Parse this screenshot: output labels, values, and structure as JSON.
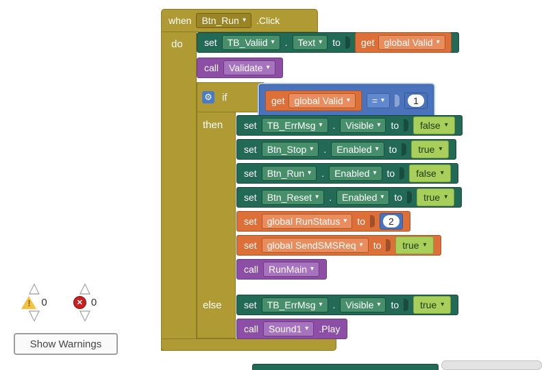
{
  "icons": {
    "caret": "▾",
    "gear": "⚙",
    "exclaim": "!",
    "cross": "✕",
    "up_arrow": "△",
    "down_arrow": "▽"
  },
  "keywords": {
    "when": "when",
    "do": "do",
    "set": "set",
    "to": "to",
    "dot": ".",
    "call": "call",
    "get": "get",
    "if": "if",
    "then": "then",
    "else": "else"
  },
  "event": {
    "component": "Btn_Run",
    "suffix": ".Click"
  },
  "rows": {
    "set_text": {
      "component": "TB_Valiid",
      "property": "Text",
      "var": "global Valid"
    },
    "call_validate": {
      "name": "Validate"
    },
    "if_cond": {
      "var": "global Valid",
      "operator": "=",
      "number": "1"
    },
    "then": [
      {
        "component": "TB_ErrMsg",
        "property": "Visible",
        "value": "false"
      },
      {
        "component": "Btn_Stop",
        "property": "Enabled",
        "value": "true"
      },
      {
        "component": "Btn_Run",
        "property": "Enabled",
        "value": "false"
      },
      {
        "component": "Btn_Reset",
        "property": "Enabled",
        "value": "true"
      }
    ],
    "set_global_runstatus": {
      "var": "global RunStatus",
      "number": "2"
    },
    "set_global_sendsms": {
      "var": "global SendSMSReq",
      "value": "true"
    },
    "call_runmain": {
      "name": "RunMain"
    },
    "else_rows": [
      {
        "component": "TB_ErrMsg",
        "property": "Visible",
        "value": "true"
      }
    ],
    "call_sound": {
      "component": "Sound1",
      "suffix": ".Play"
    }
  },
  "warnings_panel": {
    "warning_count": "0",
    "error_count": "0",
    "show_warnings": "Show Warnings"
  }
}
